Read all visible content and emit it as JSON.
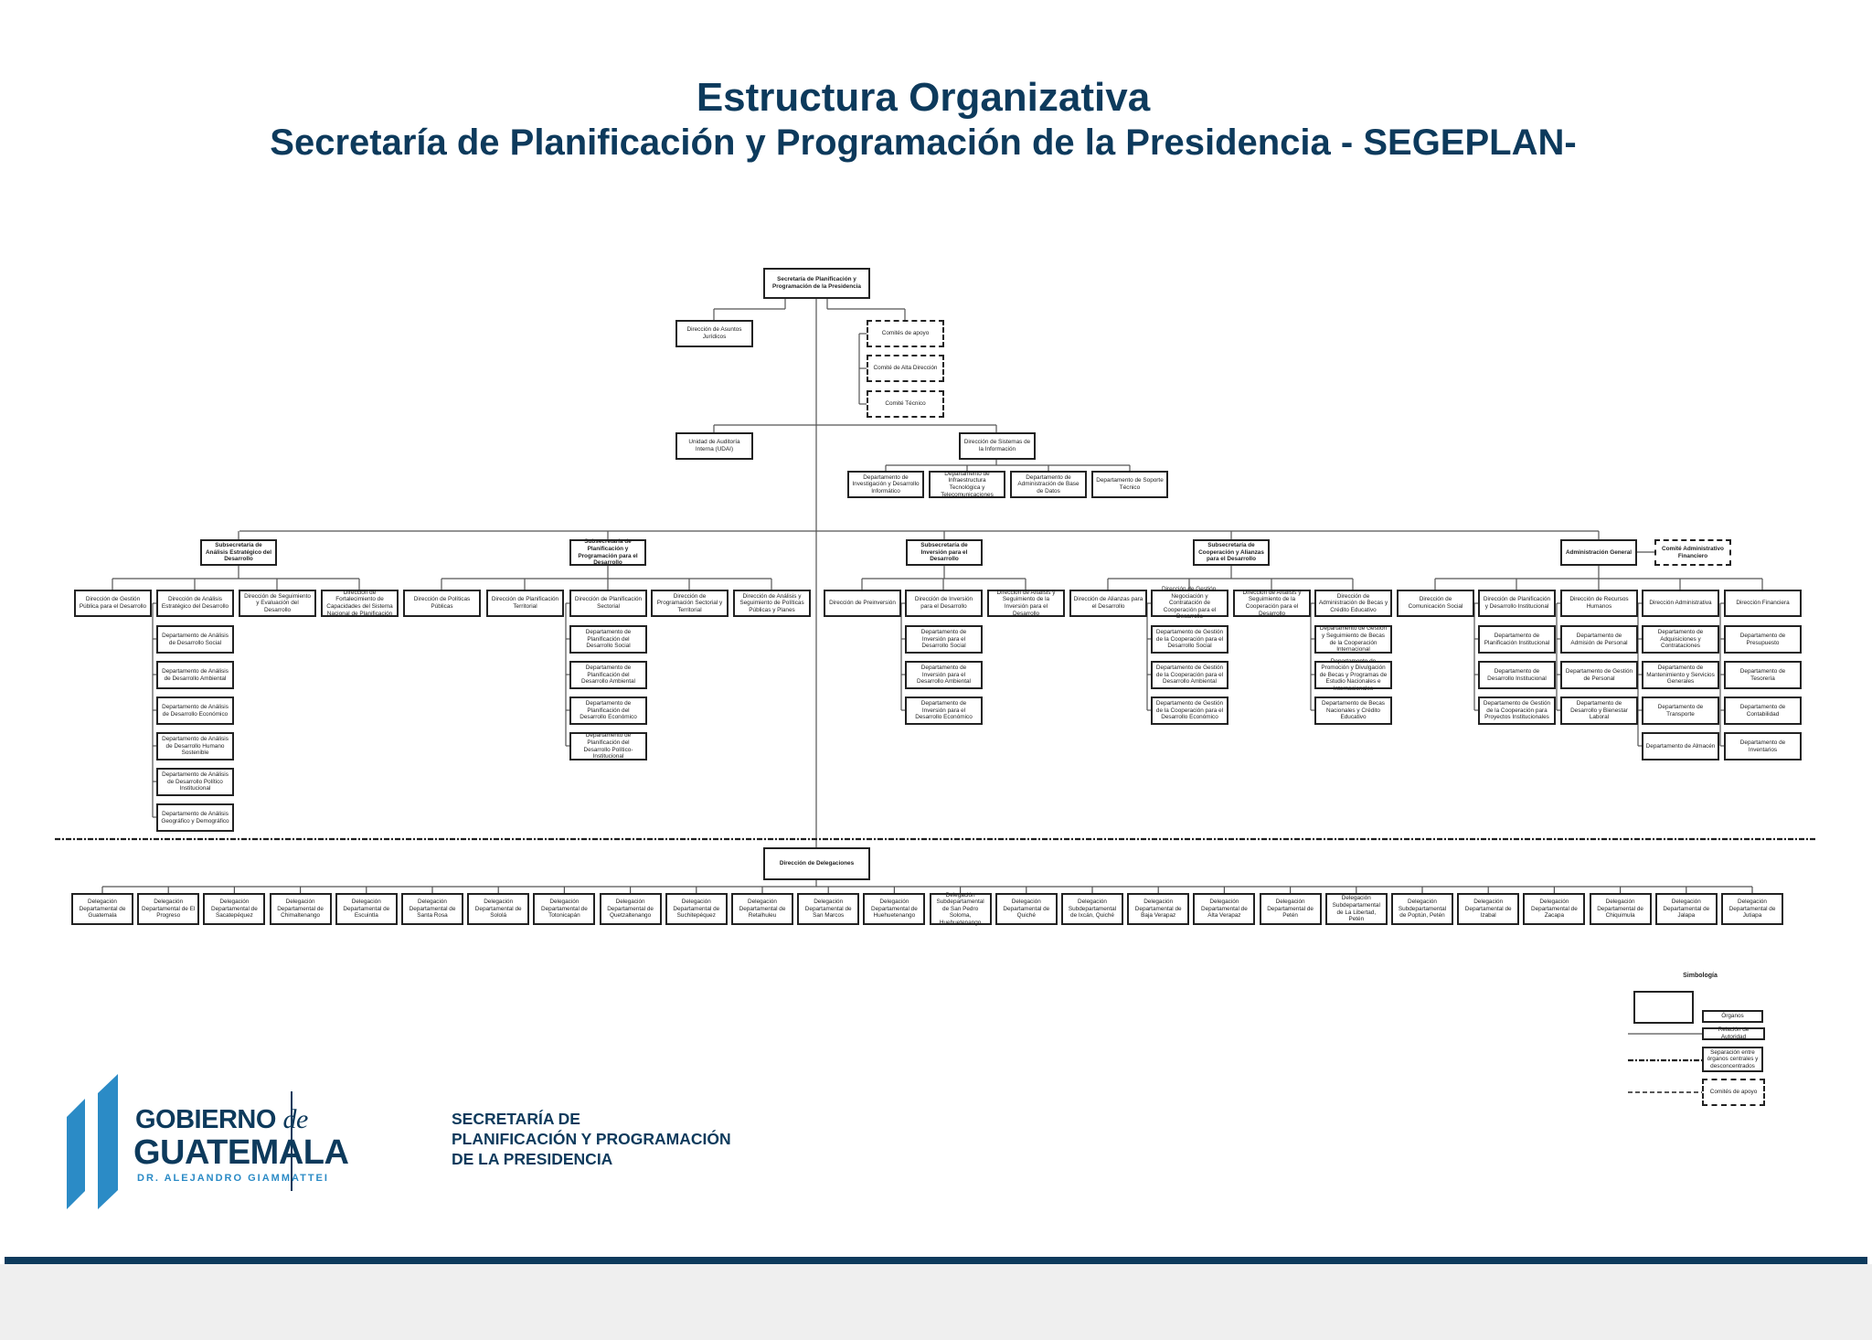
{
  "title": {
    "line1": "Estructura Organizativa",
    "line2": "Secretaría de Planificación y Programación de la Presidencia - SEGEPLAN-"
  },
  "top": {
    "head": "Secretaría de Planificación y Programación de la Presidencia",
    "asuntos": "Dirección de Asuntos Jurídicos",
    "comites": [
      "Comités de apoyo",
      "Comité de Alta Dirección",
      "Comité Técnico"
    ],
    "udai": "Unidad de Auditoría Interna (UDAI)",
    "dsi": "Dirección de Sistemas de la Información",
    "dsi_depts": [
      "Departamento de Investigación y Desarrollo Informático",
      "Departamento de Infraestructura Tecnológica y Telecomunicaciones",
      "Departamento de Administración de Base de Datos",
      "Departamento de Soporte Técnico"
    ]
  },
  "subsecretarias": [
    {
      "name": "Subsecretaría de Análisis Estratégico del Desarrollo",
      "directions": [
        {
          "name": "Dirección de Gestión Pública para el Desarrollo",
          "depts": []
        },
        {
          "name": "Dirección de Análisis Estratégico del Desarrollo",
          "depts": [
            "Departamento de Análisis de Desarrollo Social",
            "Departamento de Análisis de Desarrollo Ambiental",
            "Departamento de Análisis de Desarrollo Económico",
            "Departamento de Análisis de Desarrollo Humano Sostenible",
            "Departamento de Análisis de Desarrollo Político Institucional",
            "Departamento de Análisis Geográfico y Demográfico"
          ]
        },
        {
          "name": "Dirección de Seguimiento y Evaluación del Desarrollo",
          "depts": []
        },
        {
          "name": "Dirección de Fortalecimiento de Capacidades del Sistema Nacional de Planificación",
          "depts": []
        }
      ]
    },
    {
      "name": "Subsecretaría de Planificación y Programación para el Desarrollo",
      "directions": [
        {
          "name": "Dirección de Políticas Públicas",
          "depts": []
        },
        {
          "name": "Dirección de Planificación Territorial",
          "depts": []
        },
        {
          "name": "Dirección de Planificación Sectorial",
          "depts": [
            "Departamento de Planificación del Desarrollo Social",
            "Departamento de Planificación del Desarrollo Ambiental",
            "Departamento de Planificación del Desarrollo Económico",
            "Departamento de Planificación del Desarrollo Político-Institucional"
          ]
        },
        {
          "name": "Dirección de Programación Sectorial y Territorial",
          "depts": []
        },
        {
          "name": "Dirección de Análisis y Seguimiento de Políticas Públicas y Planes",
          "depts": []
        }
      ]
    },
    {
      "name": "Subsecretaría de Inversión para el Desarrollo",
      "directions": [
        {
          "name": "Dirección de Preinversión",
          "depts": []
        },
        {
          "name": "Dirección de Inversión para el Desarrollo",
          "depts": [
            "Departamento de Inversión para el Desarrollo Social",
            "Departamento de Inversión para el Desarrollo Ambiental",
            "Departamento de Inversión para el Desarrollo Económico"
          ]
        },
        {
          "name": "Dirección de Análisis y Seguimiento de la Inversión para el Desarrollo",
          "depts": []
        }
      ]
    },
    {
      "name": "Subsecretaría de Cooperación y Alianzas para el Desarrollo",
      "directions": [
        {
          "name": "Dirección de Alianzas para el Desarrollo",
          "depts": []
        },
        {
          "name": "Dirección de Gestión, Negociación y Contratación de Cooperación para el Desarrollo",
          "depts": [
            "Departamento de Gestión de la Cooperación para el Desarrollo Social",
            "Departamento de Gestión de la Cooperación para el Desarrollo Ambiental",
            "Departamento de Gestión de la Cooperación para el Desarrollo Económico"
          ]
        },
        {
          "name": "Dirección de Análisis y Seguimiento de la Cooperación para el Desarrollo",
          "depts": []
        },
        {
          "name": "Dirección de Administración de Becas y Crédito Educativo",
          "depts": [
            "Departamento de Gestión y Seguimiento de Becas de la Cooperación Internacional",
            "Departamento de Promoción y Divulgación de Becas y Programas de Estudio Nacionales e Internacionales",
            "Departamento de Becas Nacionales y Crédito Educativo"
          ]
        }
      ]
    },
    {
      "name": "Administración General",
      "comite": "Comité Administrativo Financiero",
      "directions": [
        {
          "name": "Dirección de Comunicación Social",
          "depts": []
        },
        {
          "name": "Dirección de Planificación y Desarrollo Institucional",
          "depts": [
            "Departamento de Planificación Institucional",
            "Departamento de Desarrollo Institucional",
            "Departamento de Gestión de la Cooperación para Proyectos Institucionales"
          ]
        },
        {
          "name": "Dirección de Recursos Humanos",
          "depts": [
            "Departamento de Admisión de Personal",
            "Departamento de Gestión de Personal",
            "Departamento de Desarrollo y Bienestar Laboral"
          ]
        },
        {
          "name": "Dirección Administrativa",
          "depts": [
            "Departamento de Adquisiciones y Contrataciones",
            "Departamento de Mantenimiento y Servicios Generales",
            "Departamento de Transporte",
            "Departamento de Almacén"
          ]
        },
        {
          "name": "Dirección Financiera",
          "depts": [
            "Departamento de Presupuesto",
            "Departamento de Tesorería",
            "Departamento de Contabilidad",
            "Departamento de Inventarios"
          ]
        }
      ]
    }
  ],
  "delegaciones": {
    "head": "Dirección de Delegaciones",
    "items": [
      "Delegación Departamental de Guatemala",
      "Delegación Departamental de El Progreso",
      "Delegación Departamental de Sacatepéquez",
      "Delegación Departamental de Chimaltenango",
      "Delegación Departamental de Escuintla",
      "Delegación Departamental de Santa Rosa",
      "Delegación Departamental de Sololá",
      "Delegación Departamental de Totonicapán",
      "Delegación Departamental de Quetzaltenango",
      "Delegación Departamental de Suchitepéquez",
      "Delegación Departamental de Retalhuleu",
      "Delegación Departamental de San Marcos",
      "Delegación Departamental de Huehuetenango",
      "Delegación Subdepartamental de San Pedro Soloma, Huehuetenango",
      "Delegación Departamental de Quiché",
      "Delegación Subdepartamental de Ixcán, Quiché",
      "Delegación Departamental de Baja Verapaz",
      "Delegación Departamental de Alta Verapaz",
      "Delegación Departamental de Petén",
      "Delegación Subdepartamental de La Libertad, Petén",
      "Delegación Subdepartamental de Poptún, Petén",
      "Delegación Departamental de Izabal",
      "Delegación Departamental de Zacapa",
      "Delegación Departamental de Chiquimula",
      "Delegación Departamental de Jalapa",
      "Delegación Departamental de Jutiapa"
    ]
  },
  "legend": {
    "title": "Simbología",
    "organos": "Órganos",
    "relacion": "Relación de Autoridad",
    "separacion": "Separación entre órganos centrales y desconcentrados",
    "comites": "Comités de apoyo"
  },
  "footer": {
    "gobierno": "GOBIERNO",
    "de": "de",
    "guatemala": "GUATEMALA",
    "president": "DR. ALEJANDRO GIAMMATTEI",
    "secretaria_lines": [
      "SECRETARÍA DE",
      "PLANIFICACIÓN Y PROGRAMACIÓN",
      "DE LA PRESIDENCIA"
    ]
  },
  "colors": {
    "navy": "#0d3a5c",
    "logo_blue": "#2b8bc6",
    "footer_grey": "#efefef"
  }
}
